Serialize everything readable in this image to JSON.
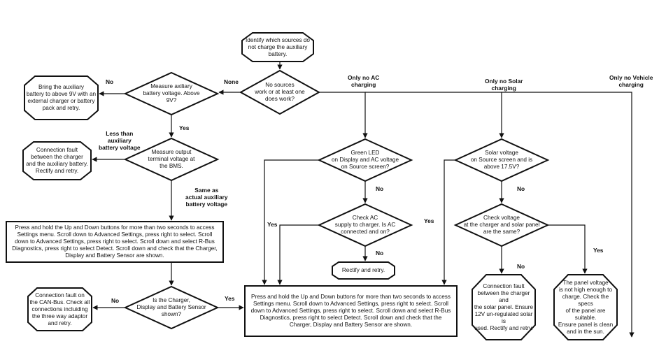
{
  "nodes": {
    "start": "Identify which sources do\nnot charge the auxiliary battery.",
    "no_sources": "No sources\nwork or at least one\ndoes work?",
    "measure_aux": "Measure axiliary\nbattery voltage. Above\n9V?",
    "bring_aux": "Bring the auxiliary\nbattery to above 9V with an\nexternal charger or battery\npack and retry.",
    "measure_output": "Measure output\nterminal voltage at\nthe BMS.",
    "conn_fault_1": "Connection fault\nbetween the charger\nand the auxiliary battery.\nRectify and retry.",
    "box_left": "Press and hold the Up and Down buttons for more than two seconds to access Settings menu. Scroll down to Advanced Settings, press right to select. Scroll down to Advanced Settings, press right to select. Scroll down and select R-Bus Diagnostics, press right to select Detect. Scroll down and check that the Charger, Display and Battery Sensor are shown.",
    "is_charger": "Is the Charger,\nDisplay and Battery Sensor\nshown?",
    "conn_fault_can": "Connection fault on\nthe CAN-Bus. Check all\nconnections incluiding\nthe three way adaptor\nand retry.",
    "box_center": "Press and hold the Up and Down buttons for more than two seconds to access Settings menu. Scroll down to Advanced Settings, press right to select. Scroll down to Advanced Settings, press right to select. Scroll down and select R-Bus Diagnostics, press right to select Detect. Scroll down and check that the Charger, Display and Battery Sensor are shown.",
    "green_led": "Green LED\non Display and AC voltage\non Source screen?",
    "check_ac": "Check AC\nsupply to charger. Is AC\nconnected and on?",
    "rectify": "Rectify and retry.",
    "solar_voltage": "Solar voltage\non Source screen and is\nabove 17.5V?",
    "check_voltage": "Check voltage\nat the charger and solar panel\nare the same?",
    "conn_fault_solar": "Connection fault\nbetween the charger and\nthe solar panel. Ensure\n12V un-regulated solar is\nused. Rectify and retry.",
    "panel_voltage": "The panel voltage\nis not high enough to\ncharge. Check the specs\nof the panel are suitable.\nEnsure panel is clean\nand in the sun."
  },
  "labels": {
    "no_top": "No",
    "none": "None",
    "only_no_ac": "Only no AC\ncharging",
    "only_no_solar": "Only no Solar\ncharging",
    "only_no_vehicle": "Only no Vehicle\ncharging",
    "yes_aux": "Yes",
    "less_than": "Less than\nauxiliary\nbattery voltage",
    "same_as": "Same as\nactual auxiliary\nbattery voltage",
    "no_can": "No",
    "yes_can": "Yes",
    "no_green": "No",
    "yes_green": "Yes",
    "no_check_ac": "No",
    "yes_solar": "Yes",
    "no_solar": "No",
    "no_check_voltage": "No",
    "yes_check_voltage": "Yes"
  }
}
